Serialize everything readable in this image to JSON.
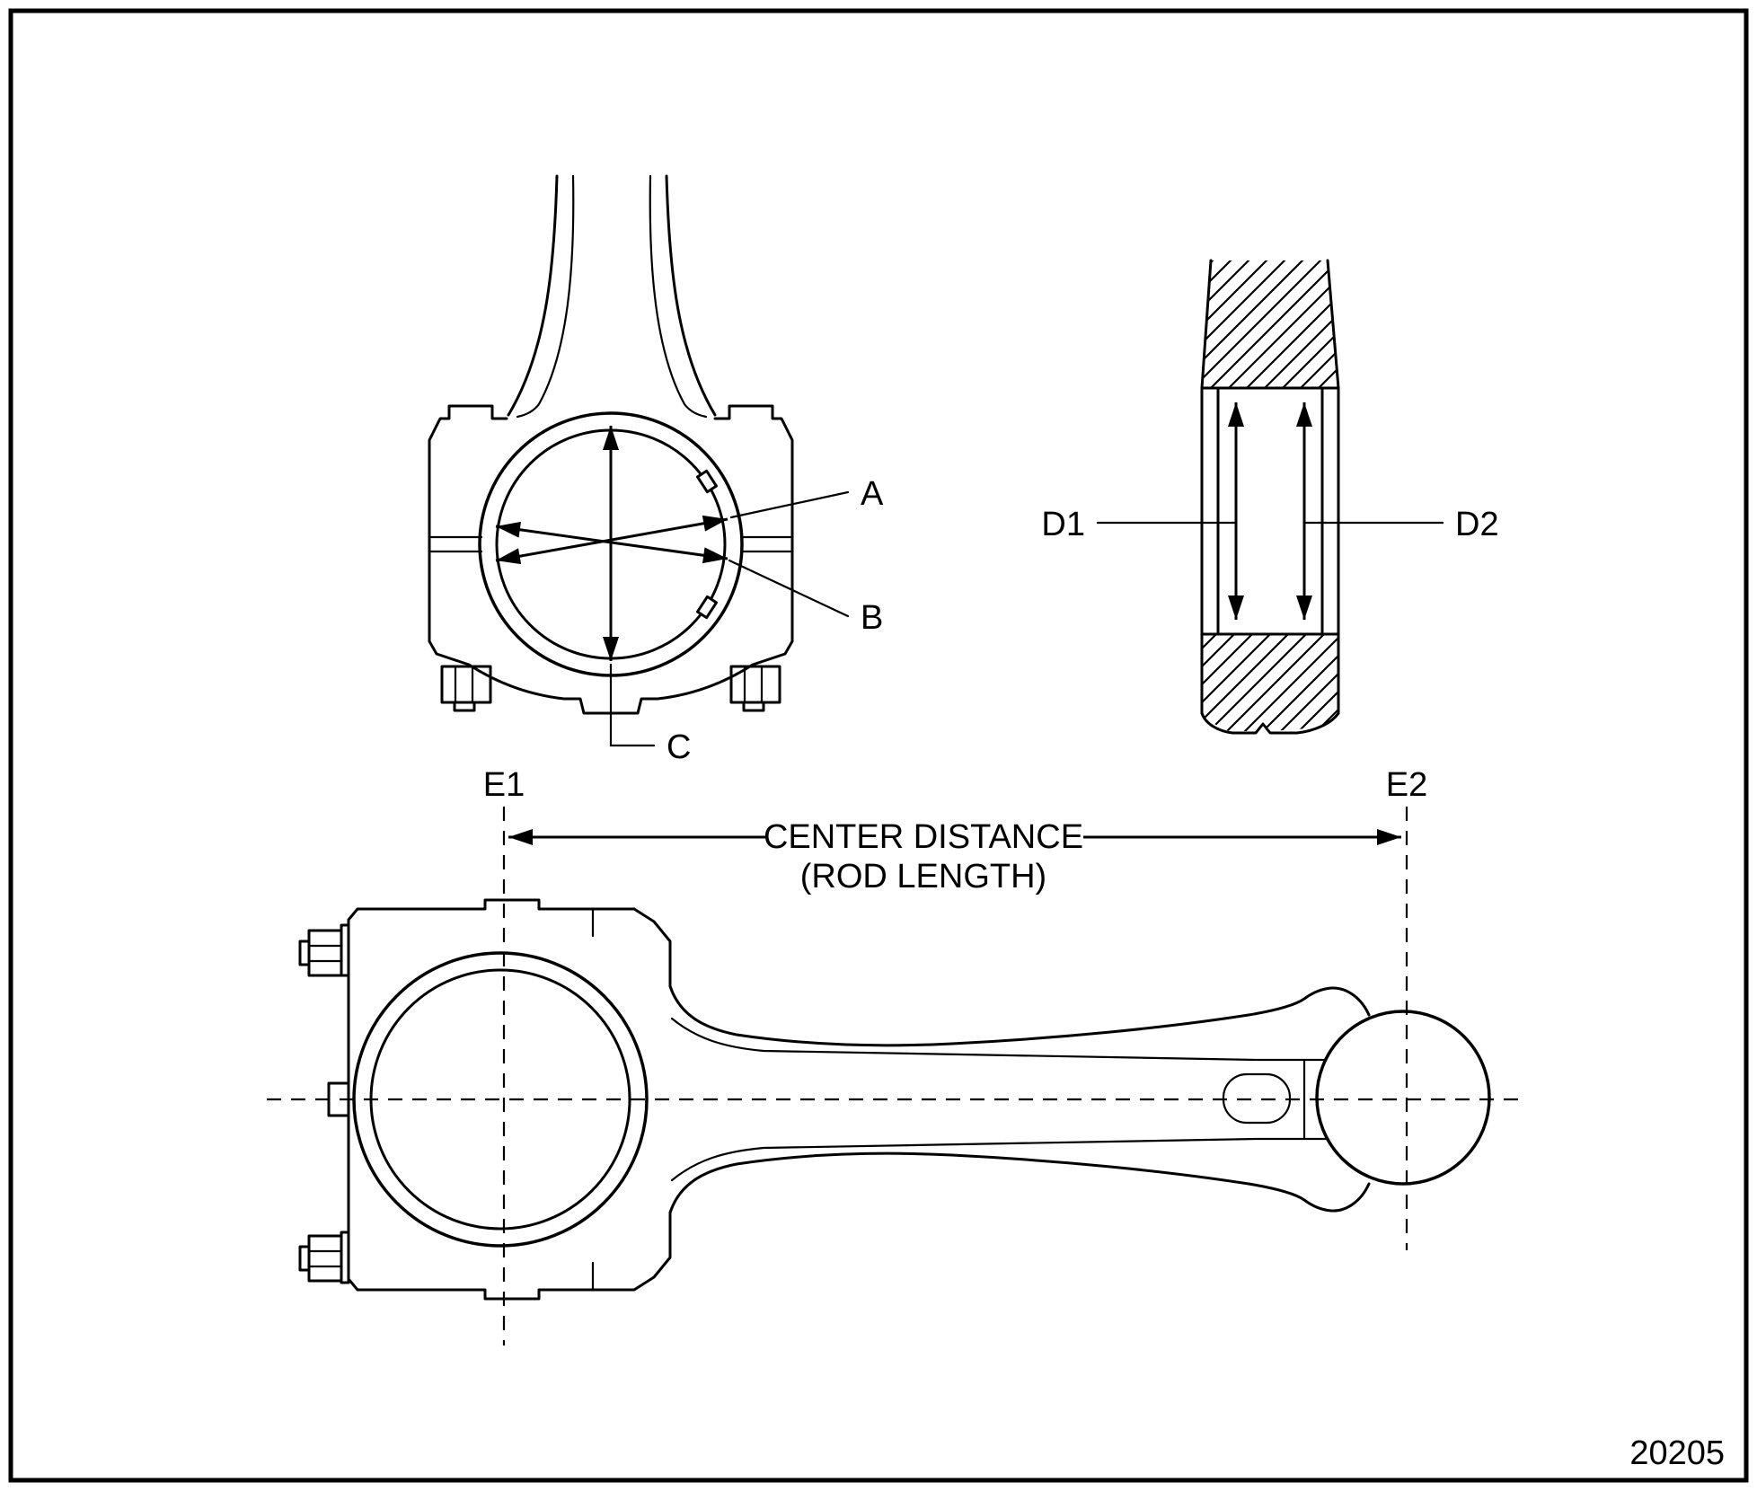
{
  "colors": {
    "ink": "#000000",
    "paper": "#ffffff"
  },
  "end_view": {
    "label_a": "A",
    "label_b": "B",
    "label_c": "C"
  },
  "section_view": {
    "label_d1": "D1",
    "label_d2": "D2"
  },
  "side_view": {
    "label_e1": "E1",
    "label_e2": "E2",
    "dim_line1": "CENTER DISTANCE",
    "dim_line2": "(ROD LENGTH)"
  },
  "figure_number": "20205"
}
